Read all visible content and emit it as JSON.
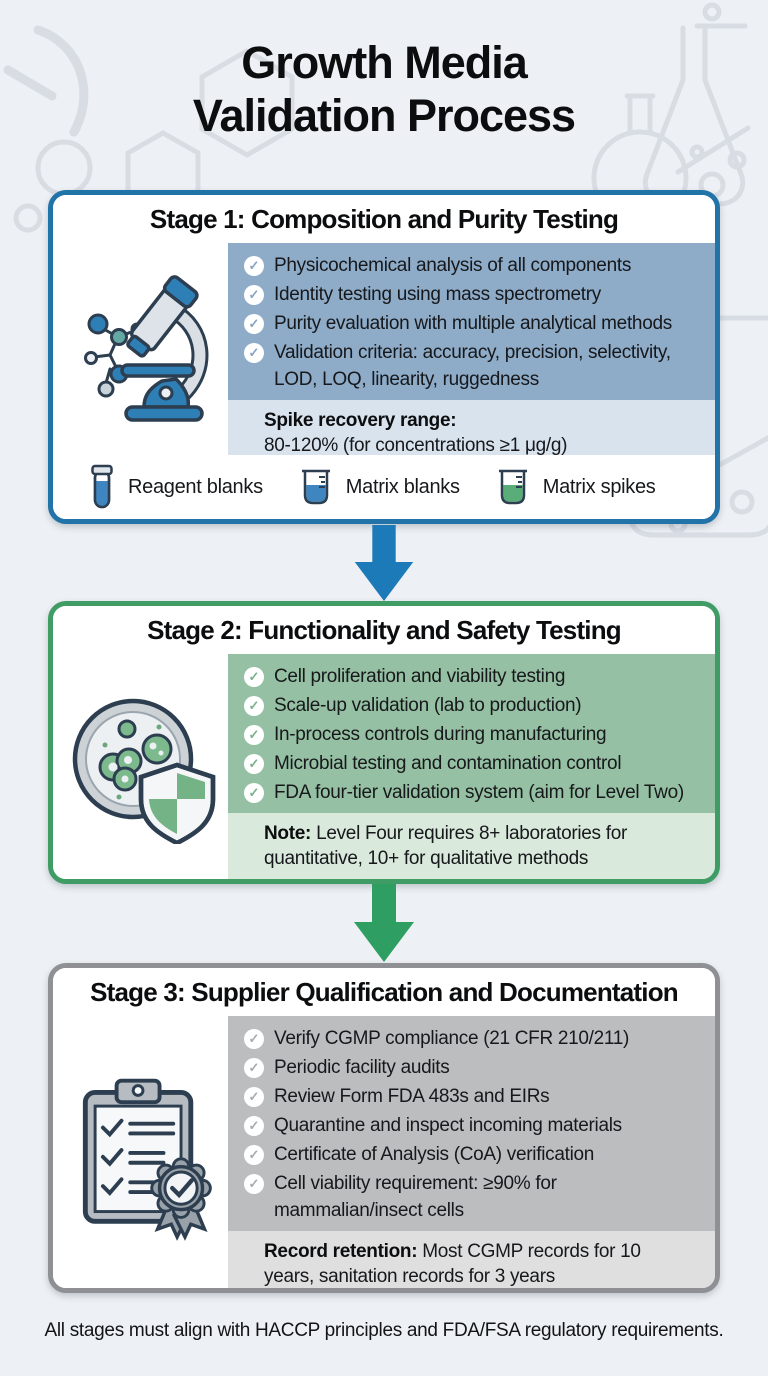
{
  "title": {
    "line1": "Growth Media",
    "line2": "Validation Process"
  },
  "glyphs": {
    "check": "✓"
  },
  "colors": {
    "page_bg": "#edf1f5",
    "stage1_accent": "#2273a7",
    "stage1_panel": "#8eabc8",
    "stage1_note": "#d9e3ee",
    "arrow1": "#1d7ab8",
    "stage2_accent": "#3f9c64",
    "stage2_panel": "#96c0a3",
    "stage2_note": "#d9e9dc",
    "arrow2": "#2f9e63",
    "stage3_accent": "#8e9094",
    "stage3_panel": "#bcbdbe",
    "stage3_note": "#dfdfe0",
    "sample_blue": "#3f86c0",
    "sample_green": "#58ad79"
  },
  "stages": [
    {
      "title": "Stage 1: Composition and Purity Testing",
      "icon": "microscope-molecule-icon",
      "bullets": [
        {
          "lines": [
            "Physicochemical analysis of all components"
          ]
        },
        {
          "lines": [
            "Identity testing using mass spectrometry"
          ]
        },
        {
          "lines": [
            "Purity evaluation with multiple analytical methods"
          ]
        },
        {
          "lines": [
            "Validation criteria: accuracy, precision, selectivity,",
            "LOD, LOQ, linearity, ruggedness"
          ]
        }
      ],
      "note": {
        "lead": "Spike recovery range:",
        "rest": "",
        "line2": "80-120% (for concentrations ≥1 μg/g)"
      },
      "samples": [
        {
          "icon": "test-tube-icon",
          "label": "Reagent blanks"
        },
        {
          "icon": "beaker-icon",
          "label": "Matrix blanks"
        },
        {
          "icon": "beaker-icon",
          "label": "Matrix spikes"
        }
      ]
    },
    {
      "title": "Stage 2: Functionality and Safety Testing",
      "icon": "petri-dish-shield-icon",
      "bullets": [
        {
          "lines": [
            "Cell proliferation and viability testing"
          ]
        },
        {
          "lines": [
            "Scale-up validation (lab to production)"
          ]
        },
        {
          "lines": [
            "In-process controls during manufacturing"
          ]
        },
        {
          "lines": [
            "Microbial testing and contamination control"
          ]
        },
        {
          "lines": [
            "FDA four-tier validation system (aim for Level Two)"
          ]
        }
      ],
      "note": {
        "lead": "Note:",
        "rest": "Level Four requires 8+ laboratories for",
        "line2": "quantitative, 10+ for qualitative methods"
      }
    },
    {
      "title": "Stage 3: Supplier Qualification and Documentation",
      "icon": "clipboard-certificate-icon",
      "bullets": [
        {
          "lines": [
            "Verify CGMP compliance (21 CFR 210/211)"
          ]
        },
        {
          "lines": [
            "Periodic facility audits"
          ]
        },
        {
          "lines": [
            "Review Form FDA 483s and EIRs"
          ]
        },
        {
          "lines": [
            "Quarantine and inspect incoming materials"
          ]
        },
        {
          "lines": [
            "Certificate of Analysis (CoA) verification"
          ]
        },
        {
          "lines": [
            "Cell viability requirement: ≥90% for",
            "mammalian/insect cells"
          ]
        }
      ],
      "note": {
        "lead": "Record retention:",
        "rest": "Most CGMP records for 10",
        "line2": "years, sanitation records for 3 years"
      }
    }
  ],
  "footer": "All stages must align with HACCP principles and FDA/FSA regulatory requirements."
}
